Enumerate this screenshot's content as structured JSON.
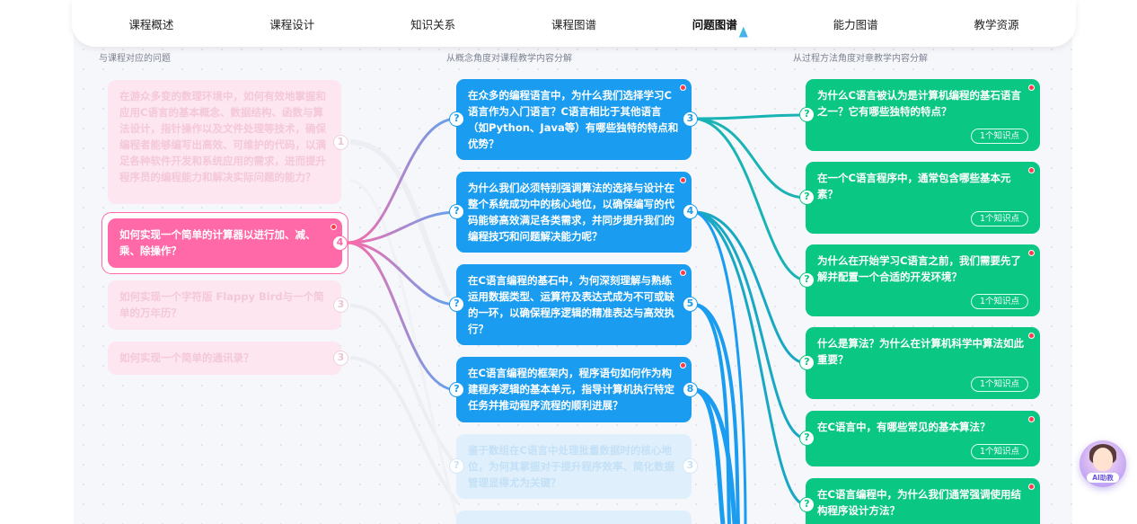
{
  "tabs": [
    {
      "label": "课程概述"
    },
    {
      "label": "课程设计"
    },
    {
      "label": "知识关系"
    },
    {
      "label": "课程图谱"
    },
    {
      "label": "问题图谱"
    },
    {
      "label": "能力图谱"
    },
    {
      "label": "教学资源"
    }
  ],
  "active_tab": "问题图谱",
  "column_headers": {
    "left": "与课程对应的问题",
    "middle": "从概念角度对课程教学内容分解",
    "right": "从过程方法角度对章教学内容分解"
  },
  "left_questions": [
    {
      "text": "在游众多变的数理环境中，如何有效地掌握和应用C语言的基本概念、数据结构、函数与算法设计，指针操作以及文件处理等技术，确保编程者能够编写出高效、可维护的代码，以满足各种软件开发和系统应用的需求，进而提升程序员的编程能力和解决实际问题的能力？",
      "count": "1",
      "state": "faded"
    },
    {
      "text": "如何实现一个简单的计算器以进行加、减、乘、除操作？",
      "count": "4",
      "state": "selected"
    },
    {
      "text": "如何实现一个字符版 Flappy Bird与一个简单的万年历？",
      "count": "3",
      "state": "faded"
    },
    {
      "text": "如何实现一个简单的通讯录？",
      "count": "3",
      "state": "faded"
    }
  ],
  "middle_questions": [
    {
      "text": "在众多的编程语言中，为什么我们选择学习C语言作为入门语言？C语言相比于其他语言（如Python、Java等）有哪些独特的特点和优势？",
      "count": "3",
      "state": "active"
    },
    {
      "text": "为什么我们必须特别强调算法的选择与设计在整个系统成功中的核心地位，以确保编写的代码能够高效满足各类需求，并同步提升我们的编程技巧和问题解决能力呢？",
      "count": "4",
      "state": "active"
    },
    {
      "text": "在C语言编程的基石中，为何深刻理解与熟练运用数据类型、运算符及表达式成为不可或缺的一环，以确保程序逻辑的精准表达与高效执行？",
      "count": "5",
      "state": "active"
    },
    {
      "text": "在C语言编程的框架内，程序语句如何作为构建程序逻辑的基本单元，指导计算机执行特定任务并推动程序流程的顺利进展？",
      "count": "8",
      "state": "active"
    },
    {
      "text": "鉴于数组在C语言中处理批量数据时的核心地位，为何其掌握对于提升程序效率、简化数据管理显得尤为关键？",
      "count": "3",
      "state": "faded"
    }
  ],
  "right_questions": [
    {
      "text": "为什么C语言被认为是计算机编程的基石语言之一？它有哪些独特的特点？",
      "kp": "1个知识点"
    },
    {
      "text": "在一个C语言程序中，通常包含哪些基本元素？",
      "kp": "1个知识点"
    },
    {
      "text": "为什么在开始学习C语言之前，我们需要先了解并配置一个合适的开发环境？",
      "kp": "1个知识点"
    },
    {
      "text": "什么是算法？为什么在计算机科学中算法如此重要？",
      "kp": "1个知识点"
    },
    {
      "text": "在C语言中，有哪些常见的基本算法？",
      "kp": "1个知识点"
    },
    {
      "text": "在C语言编程中，为什么我们通常强调使用结构程序设计方法？",
      "kp": ""
    }
  ],
  "ai_assistant": {
    "label": "AI助教"
  },
  "colors": {
    "pink": "#ff69a7",
    "blue": "#1a9cf0",
    "green": "#0bc784",
    "red_dot": "#ff3b4b"
  }
}
